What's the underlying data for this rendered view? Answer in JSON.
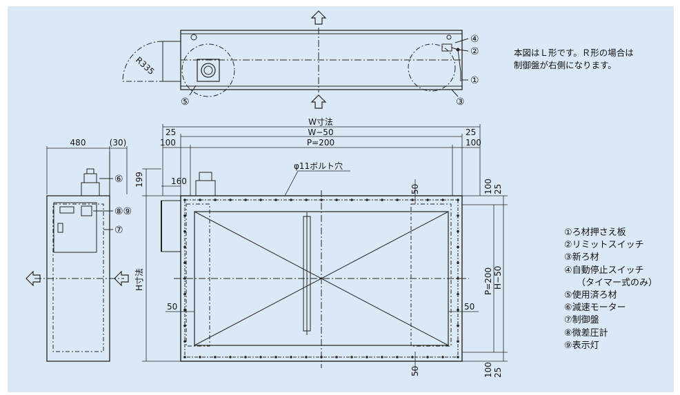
{
  "note": {
    "line1": "本図はＬ形です。Ｒ形の場合は",
    "line2": "制御盤が右側になります。"
  },
  "legend": [
    "①ろ材押さえ板",
    "②リミットスイッチ",
    "③新ろ材",
    "④自動停止スイッチ",
    "（タイマー式のみ）",
    "⑤使用済ろ材",
    "⑥減速モーター",
    "⑦制御盤",
    "⑧微差圧計",
    "⑨表示灯"
  ],
  "dims": {
    "w": "W寸法",
    "w50": "W−50",
    "p200": "P=200",
    "d25": "25",
    "d100": "100",
    "d480": "480",
    "d30": "(30)",
    "d199": "199",
    "d160": "160",
    "d50": "50",
    "h": "H寸法",
    "p200v": "P=200",
    "h50": "H−50",
    "r335": "R335",
    "bolt": "φ11ボルト穴"
  },
  "markers": {
    "m1": "①",
    "m2": "②",
    "m3": "③",
    "m4": "④",
    "m5": "⑤",
    "m6": "⑥",
    "m7": "⑦",
    "m89": "⑧⑨"
  }
}
